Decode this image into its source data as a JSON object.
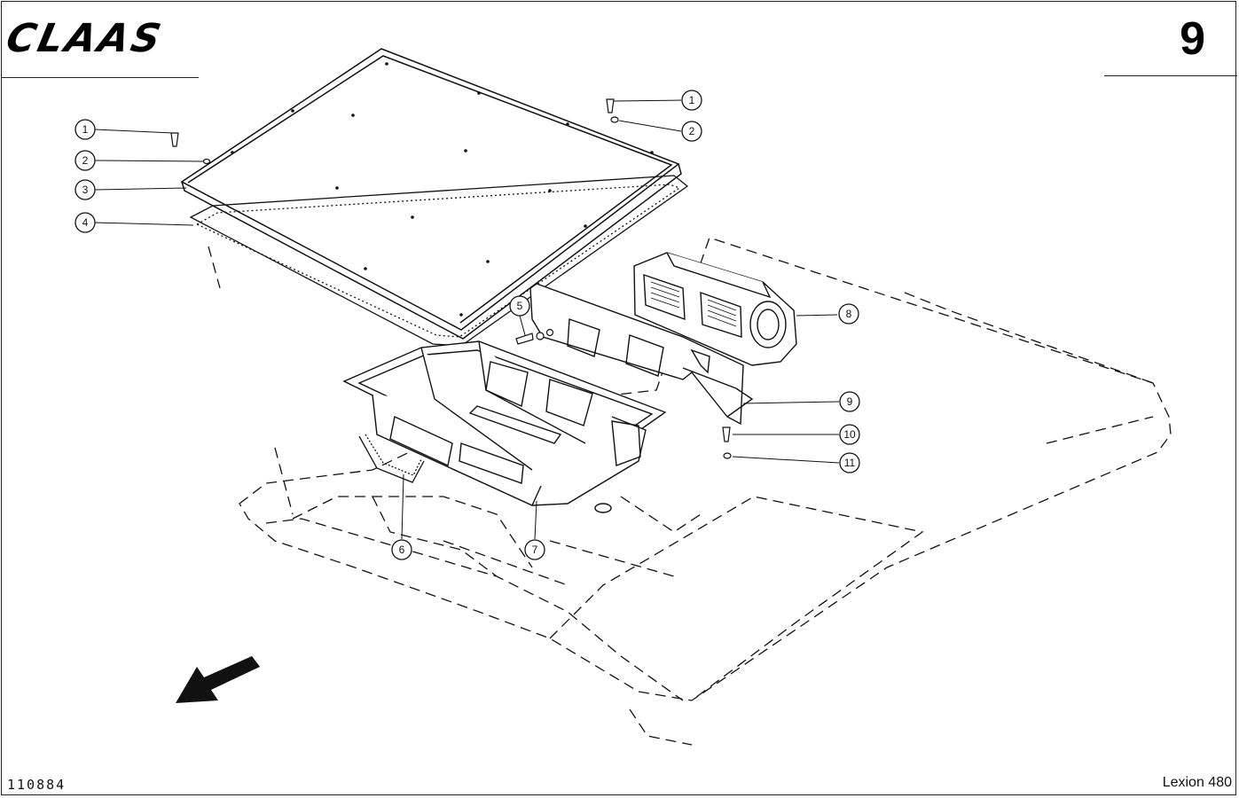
{
  "header": {
    "brand": "CLAAS",
    "page_number": "9"
  },
  "footer": {
    "drawing_number": "110884",
    "model": "Lexion 480"
  },
  "callouts": [
    "1",
    "2",
    "3",
    "4",
    "1",
    "2",
    "5",
    "6",
    "7",
    "8",
    "9",
    "10",
    "11"
  ]
}
